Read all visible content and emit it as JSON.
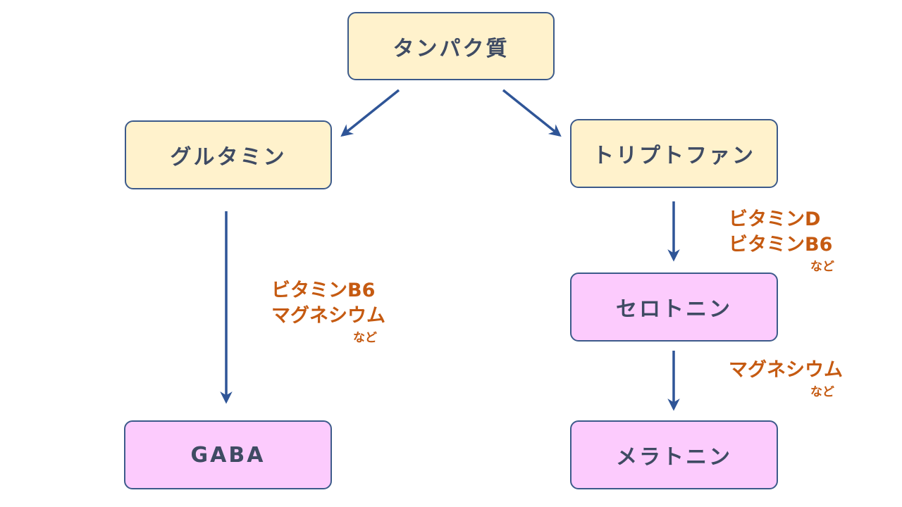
{
  "diagram": {
    "nodes": {
      "protein": "タンパク質",
      "glutamine": "グルタミン",
      "tryptophan": "トリプトファン",
      "serotonin": "セロトニン",
      "gaba": "GABA",
      "melatonin": "メラトニン"
    },
    "notes": {
      "glutamine_to_gaba": {
        "lines": [
          "ビタミンB6",
          "マグネシウム"
        ],
        "suffix": "など"
      },
      "tryptophan_to_serotonin": {
        "lines": [
          "ビタミンD",
          "ビタミンB6"
        ],
        "suffix": "など"
      },
      "serotonin_to_melatonin": {
        "lines": [
          "マグネシウム"
        ],
        "suffix": "など"
      }
    },
    "edges": [
      {
        "from": "protein",
        "to": "glutamine"
      },
      {
        "from": "protein",
        "to": "tryptophan"
      },
      {
        "from": "glutamine",
        "to": "gaba"
      },
      {
        "from": "tryptophan",
        "to": "serotonin"
      },
      {
        "from": "serotonin",
        "to": "melatonin"
      }
    ],
    "colors": {
      "precursor_fill": "#fff2cc",
      "product_fill": "#fccbfd",
      "border": "#3c5a8a",
      "arrow": "#2f5597",
      "note_text": "#c55a11"
    }
  }
}
